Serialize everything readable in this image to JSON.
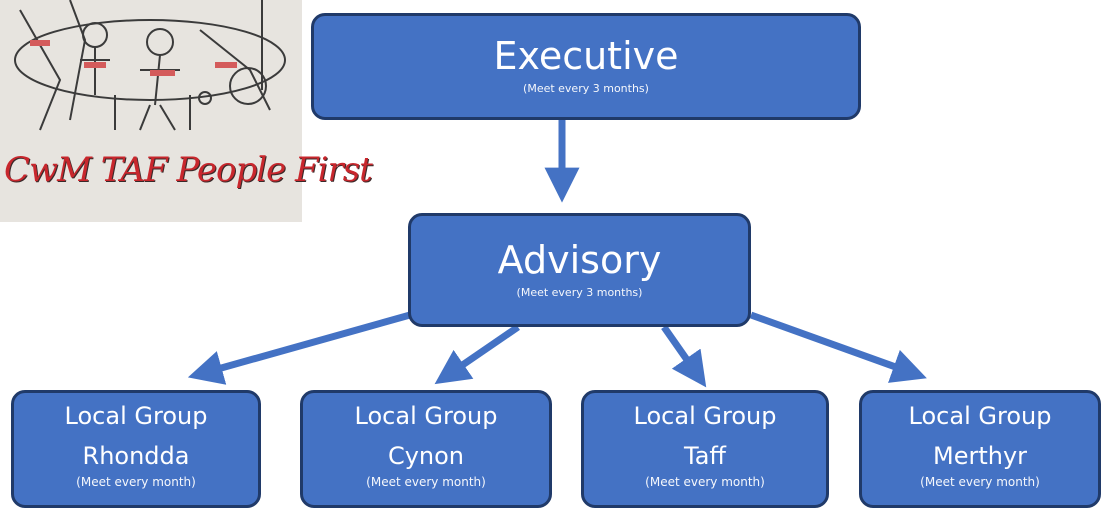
{
  "logo": {
    "text": "CwM TAF People First"
  },
  "executive": {
    "title": "Executive",
    "meeting": "(Meet every 3 months)"
  },
  "advisory": {
    "title": "Advisory",
    "meeting": "(Meet every 3 months)"
  },
  "local_groups": [
    {
      "line1": "Local Group",
      "line2": "Rhondda",
      "meeting": "(Meet every month)"
    },
    {
      "line1": "Local Group",
      "line2": "Cynon",
      "meeting": "(Meet every month)"
    },
    {
      "line1": "Local Group",
      "line2": "Taff",
      "meeting": "(Meet every month)"
    },
    {
      "line1": "Local Group",
      "line2": "Merthyr",
      "meeting": "(Meet every month)"
    }
  ],
  "colors": {
    "box_fill": "#4472c4",
    "box_border": "#203a69",
    "arrow": "#4472c4",
    "logo_text": "#c8272d"
  }
}
